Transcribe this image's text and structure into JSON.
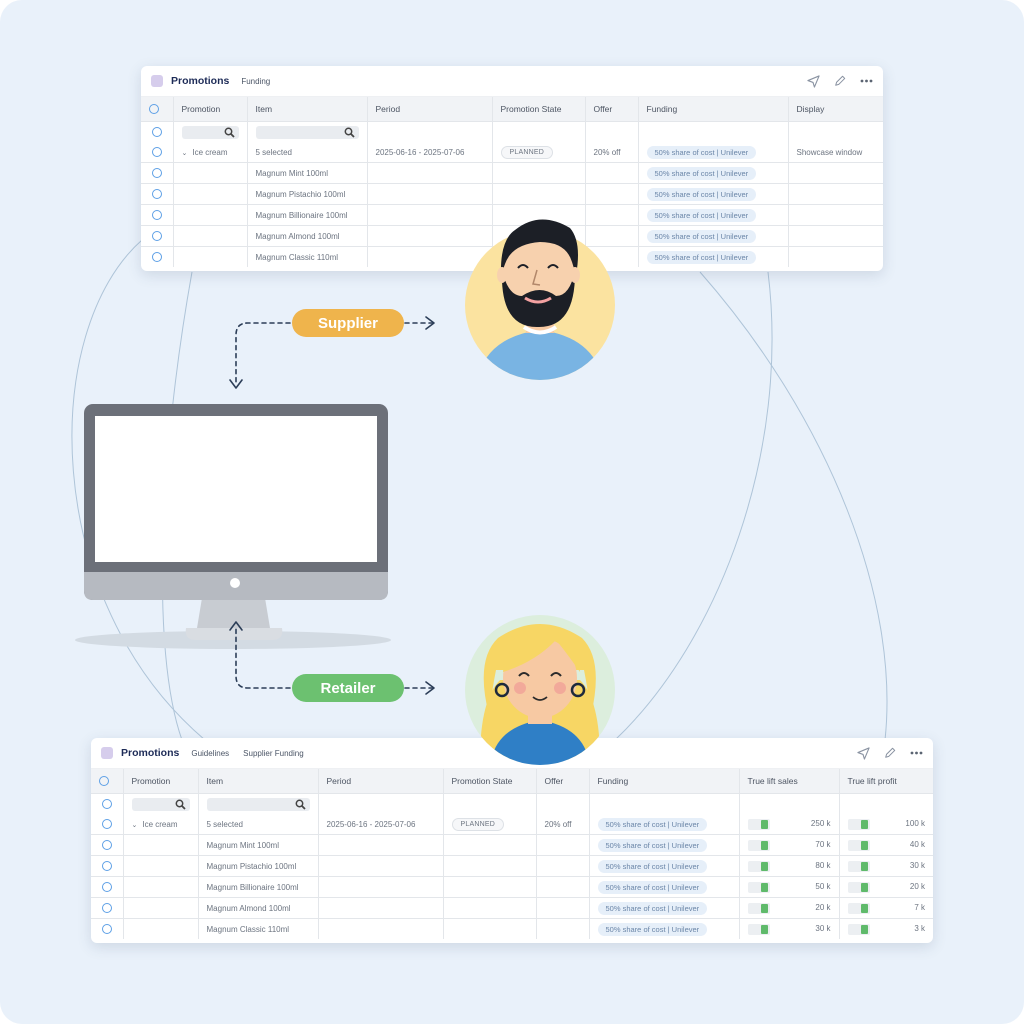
{
  "supplier_panel": {
    "title": "Promotions",
    "tabs": [
      "Funding"
    ],
    "columns": [
      "Promotion",
      "Item",
      "Period",
      "Promotion State",
      "Offer",
      "Funding",
      "Display"
    ],
    "rows": [
      {
        "promotion": "Ice cream",
        "item": "5 selected",
        "period": "2025-06-16 - 2025-07-06",
        "state": "PLANNED",
        "offer": "20% off",
        "funding": "50% share of cost | Unilever",
        "display": "Showcase window"
      },
      {
        "promotion": "",
        "item": "Magnum Mint 100ml",
        "period": "",
        "state": "",
        "offer": "",
        "funding": "50% share of cost | Unilever",
        "display": ""
      },
      {
        "promotion": "",
        "item": "Magnum Pistachio 100ml",
        "period": "",
        "state": "",
        "offer": "",
        "funding": "50% share of cost | Unilever",
        "display": ""
      },
      {
        "promotion": "",
        "item": "Magnum Billionaire 100ml",
        "period": "",
        "state": "",
        "offer": "",
        "funding": "50% share of cost | Unilever",
        "display": ""
      },
      {
        "promotion": "",
        "item": "Magnum Almond 100ml",
        "period": "",
        "state": "",
        "offer": "",
        "funding": "50% share of cost | Unilever",
        "display": ""
      },
      {
        "promotion": "",
        "item": "Magnum Classic 110ml",
        "period": "",
        "state": "",
        "offer": "",
        "funding": "50% share of cost | Unilever",
        "display": ""
      }
    ]
  },
  "retailer_panel": {
    "title": "Promotions",
    "tabs": [
      "Guidelines",
      "Supplier Funding"
    ],
    "columns": [
      "Promotion",
      "Item",
      "Period",
      "Promotion State",
      "Offer",
      "Funding",
      "True lift sales",
      "True lift profit"
    ],
    "rows": [
      {
        "promotion": "Ice cream",
        "item": "5 selected",
        "period": "2025-06-16 - 2025-07-06",
        "state": "PLANNED",
        "offer": "20% off",
        "funding": "50% share of cost | Unilever",
        "sales": "250 k",
        "profit": "100 k"
      },
      {
        "promotion": "",
        "item": "Magnum Mint 100ml",
        "period": "",
        "state": "",
        "offer": "",
        "funding": "50% share of cost | Unilever",
        "sales": "70 k",
        "profit": "40 k"
      },
      {
        "promotion": "",
        "item": "Magnum Pistachio 100ml",
        "period": "",
        "state": "",
        "offer": "",
        "funding": "50% share of cost | Unilever",
        "sales": "80 k",
        "profit": "30 k"
      },
      {
        "promotion": "",
        "item": "Magnum Billionaire 100ml",
        "period": "",
        "state": "",
        "offer": "",
        "funding": "50% share of cost | Unilever",
        "sales": "50 k",
        "profit": "20 k"
      },
      {
        "promotion": "",
        "item": "Magnum Almond 100ml",
        "period": "",
        "state": "",
        "offer": "",
        "funding": "50% share of cost | Unilever",
        "sales": "20 k",
        "profit": "7 k"
      },
      {
        "promotion": "",
        "item": "Magnum Classic 110ml",
        "period": "",
        "state": "",
        "offer": "",
        "funding": "50% share of cost | Unilever",
        "sales": "30 k",
        "profit": "3 k"
      }
    ]
  },
  "labels": {
    "supplier": "Supplier",
    "retailer": "Retailer"
  },
  "colors": {
    "background": "#e9f1fa",
    "supplier_tag": "#efb44c",
    "retailer_tag": "#6cc170",
    "radio": "#5ea0e6",
    "lift_bar": "#5fba6b",
    "funding_pill": "#e6eff9"
  },
  "icons": [
    "send-icon",
    "pencil-icon",
    "more-icon",
    "search-icon",
    "chevron-down-icon",
    "desktop-monitor-icon"
  ]
}
